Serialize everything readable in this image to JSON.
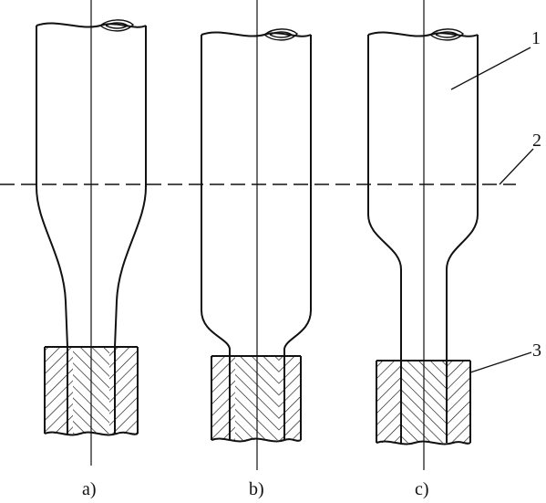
{
  "figure": {
    "panels": [
      {
        "id": "a",
        "caption": "a)"
      },
      {
        "id": "b",
        "caption": "b)"
      },
      {
        "id": "c",
        "caption": "c)"
      }
    ],
    "callouts": [
      {
        "number": "1"
      },
      {
        "number": "2"
      },
      {
        "number": "3"
      }
    ],
    "colors": {
      "ink": "#111111",
      "background": "#ffffff"
    }
  }
}
